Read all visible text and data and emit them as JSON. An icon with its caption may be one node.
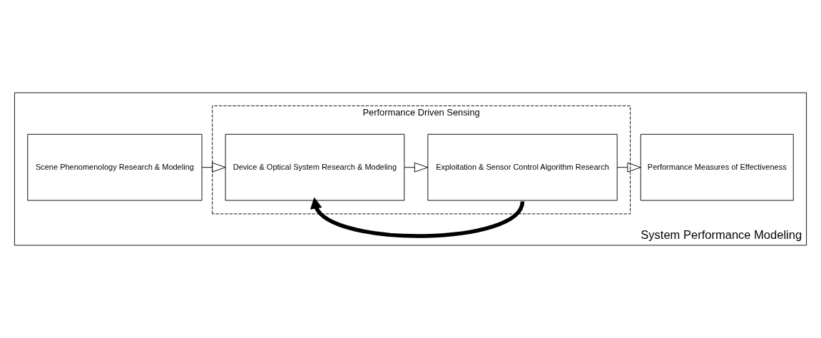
{
  "diagram": {
    "nodes": [
      {
        "text": [
          "System Performance Modeling"
        ]
      },
      {
        "text": [
          "Scene Phenomenology Research & Modeling"
        ],
        "in": 0
      },
      {
        "text": [
          "Performance Driven Sensing"
        ],
        "in": 0
      },
      {
        "text": [
          "Device & Optical System Research & Modeling"
        ],
        "in": 2
      },
      {
        "text": [
          "Exploitation & Sensor Control Algorithm Research"
        ],
        "in": 2
      },
      {
        "text": [
          "Performance Measures of Effectiveness"
        ],
        "in": 0
      }
    ],
    "edges": [
      {
        "from": 1,
        "to": 3,
        "arrow": "to"
      },
      {
        "from": 3,
        "to": 4,
        "arrow": "to"
      },
      {
        "from": 4,
        "to": 5,
        "arrow": "to"
      },
      {
        "from": 4,
        "to": 3,
        "arrow": "to",
        "style": "thick"
      }
    ]
  }
}
